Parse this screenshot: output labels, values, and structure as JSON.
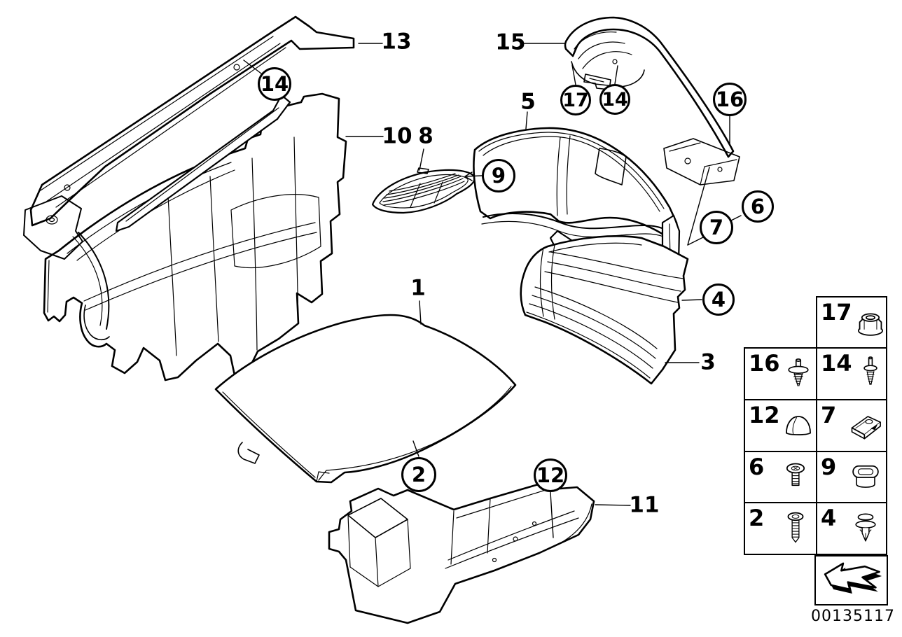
{
  "colors": {
    "ink": "#000000",
    "paper": "#ffffff"
  },
  "image_number": "00135117",
  "callouts": {
    "circled": [
      {
        "id": "14-top-left",
        "label": "14"
      },
      {
        "id": "9",
        "label": "9"
      },
      {
        "id": "17",
        "label": "17"
      },
      {
        "id": "14-top-right",
        "label": "14"
      },
      {
        "id": "16",
        "label": "16"
      },
      {
        "id": "6",
        "label": "6"
      },
      {
        "id": "7",
        "label": "7"
      },
      {
        "id": "4",
        "label": "4"
      },
      {
        "id": "2",
        "label": "2"
      },
      {
        "id": "12",
        "label": "12"
      }
    ],
    "plain": [
      {
        "id": "13",
        "label": "13"
      },
      {
        "id": "10",
        "label": "10"
      },
      {
        "id": "8",
        "label": "8"
      },
      {
        "id": "15",
        "label": "15"
      },
      {
        "id": "5",
        "label": "5"
      },
      {
        "id": "1",
        "label": "1"
      },
      {
        "id": "3",
        "label": "3"
      },
      {
        "id": "11",
        "label": "11"
      }
    ]
  },
  "legend": {
    "cells": [
      {
        "number": "17",
        "icon": "flange-nut-icon"
      },
      {
        "number": "16",
        "icon": "expanding-rivet-icon"
      },
      {
        "number": "14",
        "icon": "screw-rivet-icon"
      },
      {
        "number": "12",
        "icon": "cap-plug-icon"
      },
      {
        "number": "7",
        "icon": "clip-nut-icon"
      },
      {
        "number": "6",
        "icon": "screw-short-icon"
      },
      {
        "number": "9",
        "icon": "grommet-icon"
      },
      {
        "number": "2",
        "icon": "screw-long-icon"
      },
      {
        "number": "4",
        "icon": "expanding-clip-icon"
      }
    ],
    "nav_icon": "previous-diagram-arrow"
  }
}
